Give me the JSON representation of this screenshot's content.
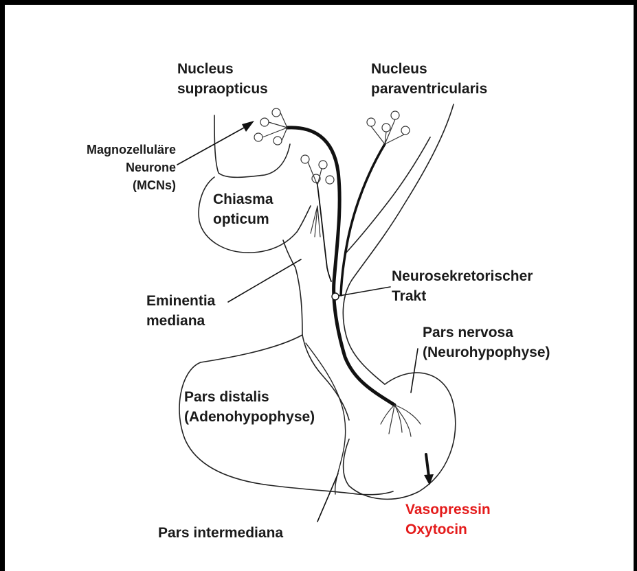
{
  "labels": {
    "nucleus_supraopticus": [
      "Nucleus",
      "supraopticus"
    ],
    "nucleus_paraventricularis": [
      "Nucleus",
      "paraventricularis"
    ],
    "magnozellulaere": [
      "Magnozelluläre",
      "Neurone",
      "(MCNs)"
    ],
    "chiasma": [
      "Chiasma",
      "opticum"
    ],
    "neurosekretorischer": [
      "Neurosekretorischer",
      "Trakt"
    ],
    "eminentia": [
      "Eminentia",
      "mediana"
    ],
    "pars_nervosa": [
      "Pars nervosa",
      "(Neurohypophyse)"
    ],
    "pars_distalis": [
      "Pars distalis",
      "(Adenohypophyse)"
    ],
    "pars_intermediana": "Pars intermediana",
    "hormones": [
      "Vasopressin",
      "Oxytocin"
    ]
  },
  "colors": {
    "text": "#1a1a1a",
    "hormone": "#e41b1b",
    "frame": "#000000"
  }
}
